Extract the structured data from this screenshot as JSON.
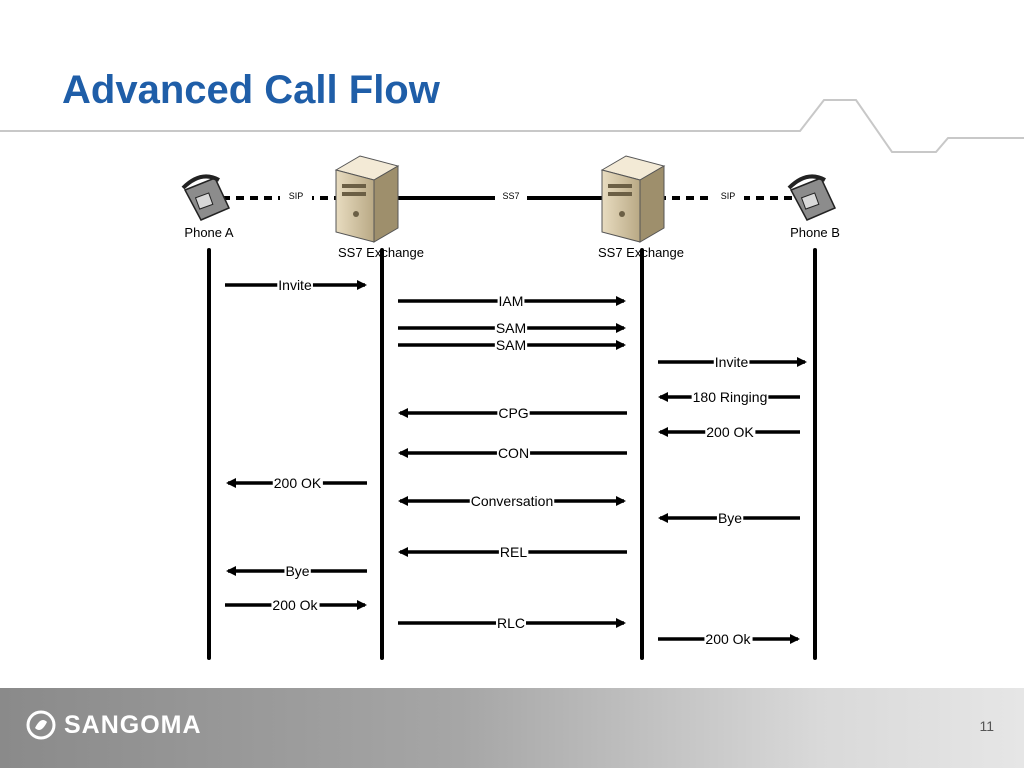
{
  "slide": {
    "title": "Advanced Call Flow",
    "page_number": "11",
    "brand": "SANGOMA",
    "colors": {
      "title": "#1f5ea8",
      "line": "#000000",
      "decor": "#c8c8c8"
    }
  },
  "diagram": {
    "link_labels": {
      "left": "SIP",
      "middle": "SS7",
      "right": "SIP"
    },
    "actors": [
      {
        "id": "phone-a",
        "label": "Phone A",
        "icon": "telephone-icon"
      },
      {
        "id": "exchange-left",
        "label": "SS7 Exchange",
        "icon": "server-icon"
      },
      {
        "id": "exchange-right",
        "label": "SS7 Exchange",
        "icon": "server-icon"
      },
      {
        "id": "phone-b",
        "label": "Phone B",
        "icon": "telephone-icon"
      }
    ],
    "messages": [
      {
        "label": "Invite",
        "from": 0,
        "to": 1
      },
      {
        "label": "IAM",
        "from": 1,
        "to": 2
      },
      {
        "label": "SAM",
        "from": 1,
        "to": 2
      },
      {
        "label": "SAM",
        "from": 1,
        "to": 2
      },
      {
        "label": "Invite",
        "from": 2,
        "to": 3
      },
      {
        "label": "180 Ringing",
        "from": 3,
        "to": 2
      },
      {
        "label": "CPG",
        "from": 2,
        "to": 1
      },
      {
        "label": "200 OK",
        "from": 3,
        "to": 2
      },
      {
        "label": "CON",
        "from": 2,
        "to": 1
      },
      {
        "label": "200 OK",
        "from": 1,
        "to": 0
      },
      {
        "label": "Conversation",
        "from": 1,
        "to": 2,
        "bidirectional": true
      },
      {
        "label": "Bye",
        "from": 3,
        "to": 2
      },
      {
        "label": "REL",
        "from": 2,
        "to": 1
      },
      {
        "label": "Bye",
        "from": 1,
        "to": 0
      },
      {
        "label": "200 Ok",
        "from": 0,
        "to": 1
      },
      {
        "label": "RLC",
        "from": 1,
        "to": 2
      },
      {
        "label": "200 Ok",
        "from": 2,
        "to": 3
      }
    ]
  }
}
